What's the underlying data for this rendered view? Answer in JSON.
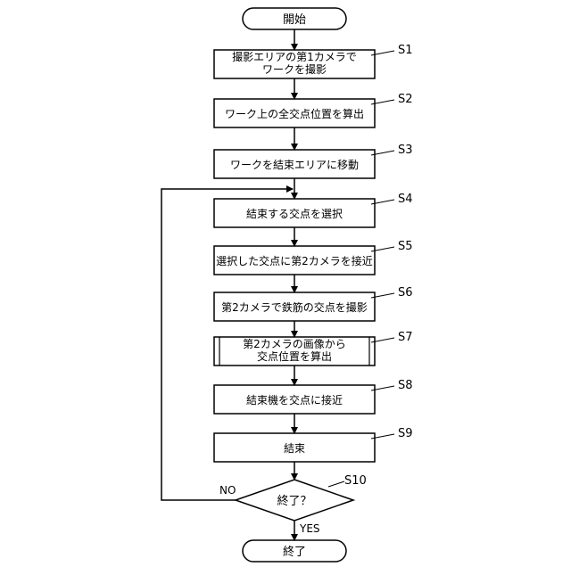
{
  "flowchart": {
    "start": "開始",
    "end": "終了",
    "steps": [
      {
        "id": "S1",
        "lines": [
          "撮影エリアの第1カメラで",
          "ワークを撮影"
        ],
        "predefined": false
      },
      {
        "id": "S2",
        "lines": [
          "ワーク上の全交点位置を算出"
        ],
        "predefined": false
      },
      {
        "id": "S3",
        "lines": [
          "ワークを結束エリアに移動"
        ],
        "predefined": false
      },
      {
        "id": "S4",
        "lines": [
          "結束する交点を選択"
        ],
        "predefined": false
      },
      {
        "id": "S5",
        "lines": [
          "選択した交点に第2カメラを接近"
        ],
        "predefined": false
      },
      {
        "id": "S6",
        "lines": [
          "第2カメラで鉄筋の交点を撮影"
        ],
        "predefined": false
      },
      {
        "id": "S7",
        "lines": [
          "第2カメラの画像から",
          "交点位置を算出"
        ],
        "predefined": true
      },
      {
        "id": "S8",
        "lines": [
          "結束機を交点に接近"
        ],
        "predefined": false
      },
      {
        "id": "S9",
        "lines": [
          "結束"
        ],
        "predefined": false
      }
    ],
    "decision": {
      "id": "S10",
      "text": "終了？",
      "no_label": "NO",
      "yes_label": "YES"
    }
  }
}
